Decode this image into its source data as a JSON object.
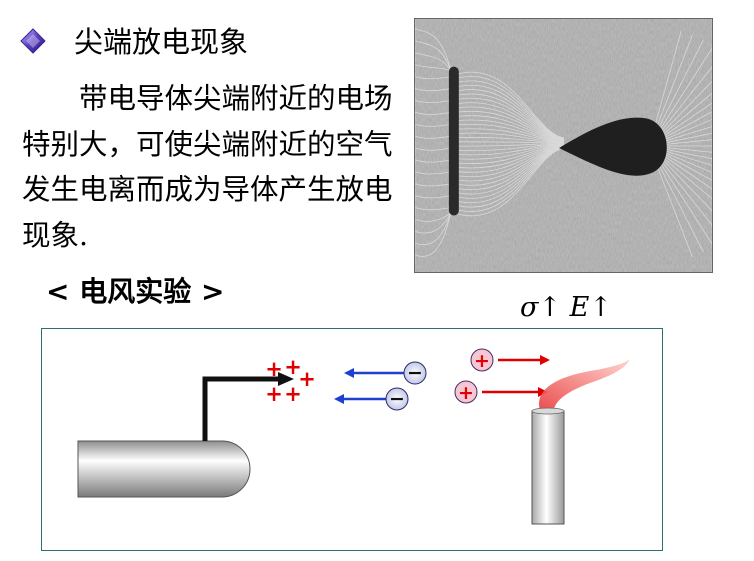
{
  "slide": {
    "heading": "尖端放电现象",
    "paragraph": "带电导体尖端附近的电场特别大，可使尖端附近的空气发生电离而成为导体产生放电现象.",
    "experiment_title": "< 电风实验 >",
    "formula": {
      "sigma": "σ",
      "arrow1": "↑",
      "e": "E",
      "arrow2": "↑"
    }
  },
  "diagram": {
    "positive_charges": [
      "+",
      "+",
      "+",
      "+",
      "+"
    ],
    "negative_ion_symbol": "−",
    "positive_ion_symbol": "+"
  },
  "colors": {
    "bullet": "#4b2ea8",
    "charge": "#e00000",
    "negative_ion_arrow": "#1e3fd0",
    "positive_ion_arrow": "#e00000",
    "flame": "#f06a6a",
    "box_border": "#2f6f6f"
  }
}
